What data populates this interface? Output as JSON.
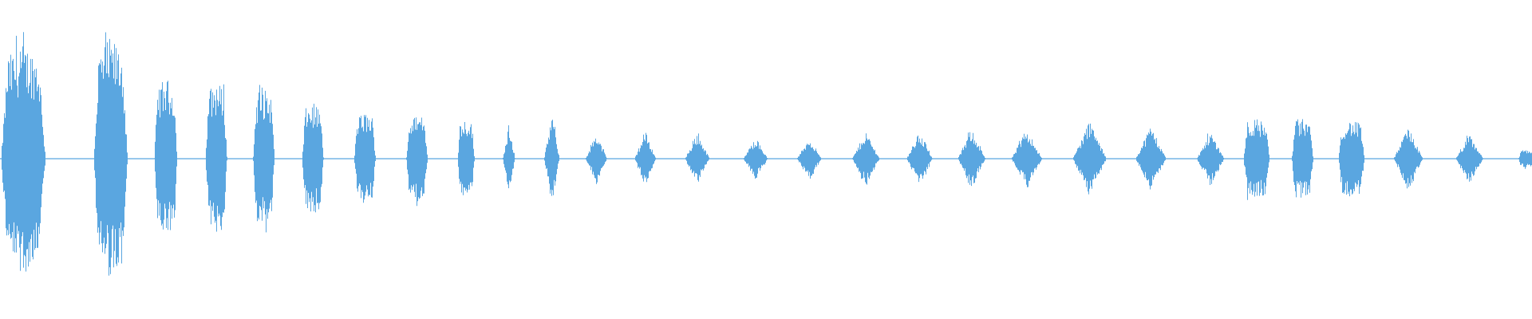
{
  "waveform": {
    "color": "#5aa6e0",
    "background": "#ffffff",
    "bursts": [
      {
        "center": 0.015,
        "width": 0.029,
        "amp": 0.74,
        "shape": "rect"
      },
      {
        "center": 0.072,
        "width": 0.022,
        "amp": 0.78,
        "shape": "rect"
      },
      {
        "center": 0.108,
        "width": 0.015,
        "amp": 0.52,
        "shape": "rect"
      },
      {
        "center": 0.141,
        "width": 0.014,
        "amp": 0.5,
        "shape": "rect"
      },
      {
        "center": 0.172,
        "width": 0.014,
        "amp": 0.45,
        "shape": "rect"
      },
      {
        "center": 0.204,
        "width": 0.014,
        "amp": 0.36,
        "shape": "rect"
      },
      {
        "center": 0.238,
        "width": 0.014,
        "amp": 0.3,
        "shape": "rect"
      },
      {
        "center": 0.272,
        "width": 0.014,
        "amp": 0.28,
        "shape": "rect"
      },
      {
        "center": 0.304,
        "width": 0.011,
        "amp": 0.26,
        "shape": "rect"
      },
      {
        "center": 0.332,
        "width": 0.008,
        "amp": 0.24,
        "shape": "diamond"
      },
      {
        "center": 0.36,
        "width": 0.01,
        "amp": 0.3,
        "shape": "diamond"
      },
      {
        "center": 0.389,
        "width": 0.014,
        "amp": 0.17,
        "shape": "diamond"
      },
      {
        "center": 0.421,
        "width": 0.014,
        "amp": 0.18,
        "shape": "diamond"
      },
      {
        "center": 0.455,
        "width": 0.016,
        "amp": 0.17,
        "shape": "diamond"
      },
      {
        "center": 0.493,
        "width": 0.016,
        "amp": 0.14,
        "shape": "diamond"
      },
      {
        "center": 0.528,
        "width": 0.016,
        "amp": 0.14,
        "shape": "diamond"
      },
      {
        "center": 0.565,
        "width": 0.018,
        "amp": 0.18,
        "shape": "diamond"
      },
      {
        "center": 0.6,
        "width": 0.017,
        "amp": 0.18,
        "shape": "diamond"
      },
      {
        "center": 0.634,
        "width": 0.018,
        "amp": 0.2,
        "shape": "diamond"
      },
      {
        "center": 0.67,
        "width": 0.02,
        "amp": 0.2,
        "shape": "diamond"
      },
      {
        "center": 0.711,
        "width": 0.022,
        "amp": 0.25,
        "shape": "diamond"
      },
      {
        "center": 0.751,
        "width": 0.02,
        "amp": 0.22,
        "shape": "diamond"
      },
      {
        "center": 0.79,
        "width": 0.018,
        "amp": 0.18,
        "shape": "diamond"
      },
      {
        "center": 0.82,
        "width": 0.017,
        "amp": 0.26,
        "shape": "rect"
      },
      {
        "center": 0.85,
        "width": 0.014,
        "amp": 0.26,
        "shape": "rect"
      },
      {
        "center": 0.882,
        "width": 0.017,
        "amp": 0.25,
        "shape": "rect"
      },
      {
        "center": 0.919,
        "width": 0.019,
        "amp": 0.21,
        "shape": "diamond"
      },
      {
        "center": 0.959,
        "width": 0.018,
        "amp": 0.16,
        "shape": "diamond"
      },
      {
        "center": 0.996,
        "width": 0.01,
        "amp": 0.06,
        "shape": "rect"
      }
    ]
  }
}
